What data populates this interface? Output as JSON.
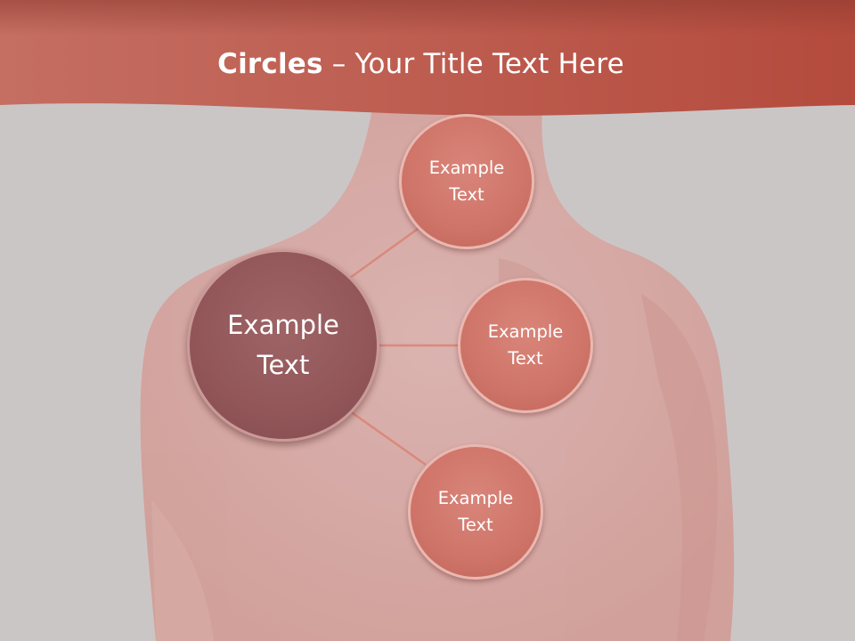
{
  "slide": {
    "title_bold": "Circles",
    "title_rest": " – Your Title Text Here"
  },
  "diagram": {
    "center": {
      "label": "Example Text"
    },
    "nodes": [
      {
        "label": "Example Text"
      },
      {
        "label": "Example Text"
      },
      {
        "label": "Example Text"
      }
    ]
  },
  "colors": {
    "header": "#b9584a",
    "background": "#cbc6c6",
    "center_circle": "#925659",
    "node_circle": "#cf7468",
    "connector": "#d9897c"
  }
}
